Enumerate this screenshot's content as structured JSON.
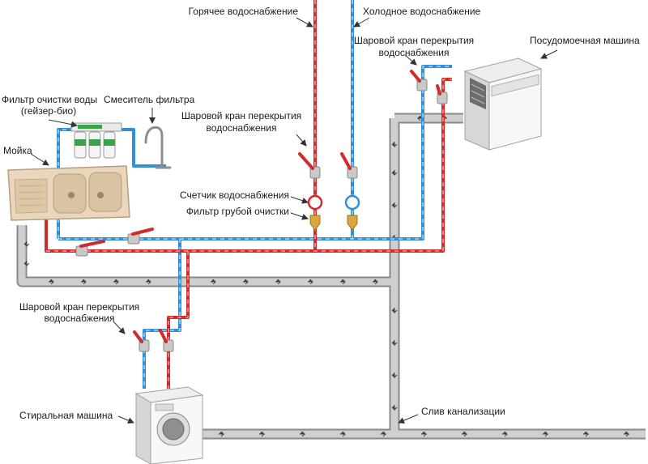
{
  "labels": {
    "hot_supply": "Горячее водоснабжение",
    "cold_supply": "Холодное водоснабжение",
    "valve_top_line1": "Шаровой кран перекрытия",
    "valve_top_line2": "водоснабжения",
    "dishwasher": "Посудомоечная машина",
    "filter_line1": "Фильтр очистки воды",
    "filter_line2": "(гейзер-био)",
    "faucet": "Смеситель фильтра",
    "sink": "Мойка",
    "valve_mid_line1": "Шаровой кран перекрытия",
    "valve_mid_line2": "водоснабжения",
    "meter": "Счетчик водоснабжения",
    "coarse_filter": "Фильтр грубой очистки",
    "valve_low_line1": "Шаровой кран перекрытия",
    "valve_low_line2": "водоснабжения",
    "washing_machine": "Стиральная машина",
    "sewer": "Слив канализации"
  },
  "colors": {
    "hot": "#d42a2a",
    "cold": "#2f8fd8",
    "sewer": "#c8c8c8",
    "sewer_edge": "#8a8a8a",
    "text": "#1a1a1a"
  }
}
